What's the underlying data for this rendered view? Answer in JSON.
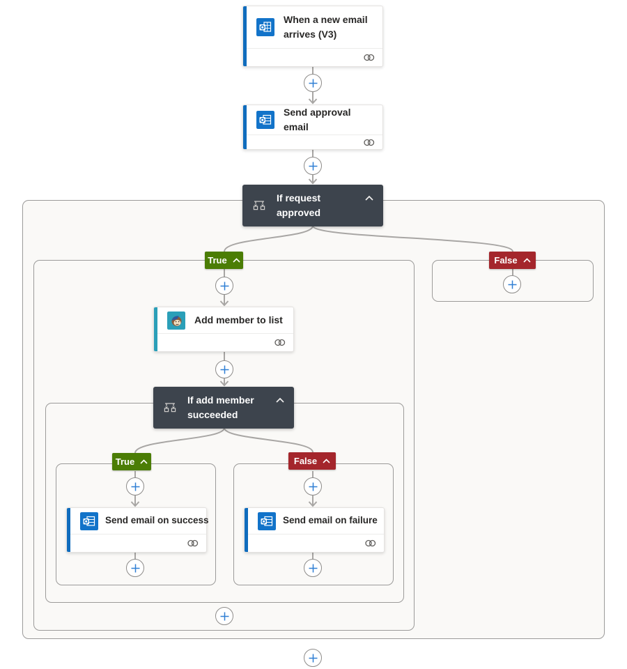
{
  "badges": {
    "true_label": "True",
    "false_label": "False"
  },
  "nodes": {
    "trigger": {
      "title": "When a new email arrives (V3)",
      "icon": "outlook-icon"
    },
    "send_approval": {
      "title": "Send approval email",
      "icon": "outlook-approval-icon"
    },
    "if_request": {
      "title": "If request approved",
      "icon": "condition-icon"
    },
    "add_member": {
      "title": "Add member to list",
      "icon": "mailchimp-icon"
    },
    "if_add_member": {
      "title": "If add member succeeded",
      "icon": "condition-icon"
    },
    "send_success": {
      "title": "Send email on success",
      "icon": "outlook-icon"
    },
    "send_failure": {
      "title": "Send email on failure",
      "icon": "outlook-icon"
    }
  },
  "colors": {
    "true_badge": "#4b7d05",
    "false_badge": "#a4262c",
    "condition_card": "#3d444d",
    "outlook_accent": "#0f6cbd",
    "mailchimp_accent": "#2b9fb8",
    "plus_icon": "#2f7fd4",
    "connector": "#a8a6a4",
    "scope_background": "#faf9f7",
    "scope_border": "#9b9a99"
  }
}
